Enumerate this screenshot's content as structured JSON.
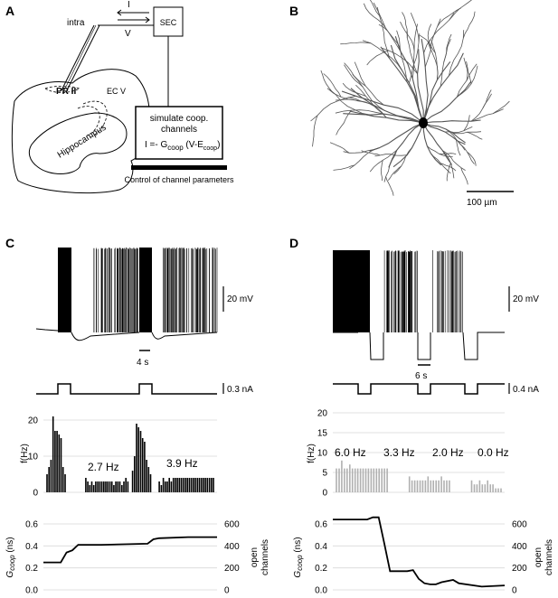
{
  "panels": {
    "a": "A",
    "b": "B",
    "c": "C",
    "d": "D"
  },
  "schematic": {
    "current_label": "I",
    "voltage_label": "V",
    "sec_label": "SEC",
    "intra_label": "intra",
    "pr2_label": "PR II",
    "ecv_label": "EC V",
    "hippocampus_label": "Hippocampus",
    "box_line1": "simulate coop.",
    "box_line2": "channels",
    "eq_lhs": "I =- G",
    "eq_sub1": "coop",
    "eq_mid": " (V-E",
    "eq_sub2": "coop",
    "eq_end": ")",
    "control_label": "Control of channel parameters"
  },
  "neuron": {
    "scale_label": "100 µm"
  },
  "panel_c": {
    "voltage_scale": "20 mV",
    "time_scale": "4 s",
    "current_scale": "0.3 nA",
    "freq_axis_label": "f(Hz)",
    "freq_ticks": [
      "0",
      "10",
      "20"
    ],
    "freq_annotations": [
      "2.7 Hz",
      "3.9 Hz"
    ],
    "g_axis_label_main": "G",
    "g_axis_label_sub": "coop",
    "g_axis_label_unit": " (ns)",
    "g_ticks": [
      "0.0",
      "0.2",
      "0.4",
      "0.6"
    ],
    "open_axis_label": [
      "open",
      "channels"
    ],
    "open_ticks": [
      "0",
      "200",
      "400",
      "600"
    ]
  },
  "panel_d": {
    "voltage_scale": "20 mV",
    "time_scale": "6 s",
    "current_scale": "0.4 nA",
    "freq_axis_label": "f(Hz)",
    "freq_ticks": [
      "0",
      "5",
      "10",
      "15",
      "20"
    ],
    "freq_annotations": [
      "6.0 Hz",
      "3.3 Hz",
      "2.0 Hz",
      "0.0 Hz"
    ],
    "g_axis_label_main": "G",
    "g_axis_label_sub": "coop",
    "g_axis_label_unit": " (ns)",
    "g_ticks": [
      "0.0",
      "0.2",
      "0.4",
      "0.6"
    ],
    "open_axis_label": [
      "open",
      "channels"
    ],
    "open_ticks": [
      "0",
      "200",
      "400",
      "600"
    ]
  },
  "colors": {
    "trace": "#000000",
    "grid": "#d9d9d9",
    "bar_d": "#b0b0b0"
  },
  "chart_data": [
    {
      "type": "bar",
      "panel": "C",
      "x_unit": "time (relative, s)",
      "y_unit": "Hz",
      "ylim": [
        0,
        20
      ],
      "grid": true,
      "x": [
        0.2,
        0.5,
        0.8,
        1.1,
        1.4,
        1.7,
        2.0,
        2.3,
        2.6,
        2.9,
        6.0,
        6.3,
        6.6,
        6.9,
        7.2,
        7.5,
        7.8,
        8.1,
        8.4,
        8.7,
        9.0,
        9.3,
        9.6,
        9.9,
        10.2,
        10.5,
        10.8,
        11.1,
        11.4,
        11.7,
        12.0,
        12.3,
        13.0,
        13.3,
        13.6,
        13.9,
        14.2,
        14.5,
        14.8,
        15.1,
        15.4,
        15.7,
        17.0,
        17.3,
        17.6,
        17.9,
        18.2,
        18.5,
        18.8,
        19.1,
        19.4,
        19.7,
        20.0,
        20.3,
        20.6,
        20.9,
        21.2,
        21.5,
        21.8,
        22.1,
        22.4,
        22.7,
        23.0,
        23.3,
        23.6,
        23.9,
        24.2,
        24.5,
        24.8,
        25.1
      ],
      "values": [
        5,
        7,
        9,
        21,
        17,
        17,
        16,
        15,
        7,
        5,
        4,
        3,
        2,
        3,
        2,
        3,
        3,
        3,
        3,
        3,
        3,
        3,
        3,
        3,
        2,
        3,
        3,
        3,
        2,
        3,
        4,
        3,
        6,
        10,
        19,
        18,
        17,
        15,
        14,
        9,
        7,
        5,
        3,
        2,
        4,
        3,
        3,
        4,
        3,
        4,
        4,
        4,
        4,
        4,
        4,
        4,
        4,
        4,
        4,
        4,
        4,
        4,
        4,
        4,
        4,
        4,
        4,
        4,
        4,
        4
      ]
    },
    {
      "type": "bar",
      "panel": "D",
      "x_unit": "time (relative, s)",
      "y_unit": "Hz",
      "ylim": [
        0,
        20
      ],
      "grid": true,
      "x": [
        0.3,
        0.6,
        0.9,
        1.2,
        1.5,
        1.8,
        2.1,
        2.4,
        2.7,
        3.0,
        3.3,
        3.6,
        3.9,
        4.2,
        4.5,
        4.8,
        5.1,
        5.4,
        5.7,
        6.0,
        8.5,
        8.8,
        9.1,
        9.4,
        9.7,
        10.0,
        10.3,
        10.6,
        10.9,
        11.2,
        11.5,
        11.8,
        12.1,
        12.4,
        12.7,
        13.0,
        15.5,
        15.8,
        16.1,
        16.4,
        16.7,
        17.0,
        17.3,
        17.6,
        17.9,
        18.2,
        18.5,
        18.8
      ],
      "values": [
        6,
        6,
        8,
        6,
        6,
        7,
        6,
        6,
        6,
        6,
        6,
        6,
        6,
        6,
        6,
        6,
        6,
        6,
        6,
        6,
        4,
        3,
        3,
        3,
        3,
        3,
        3,
        4,
        3,
        3,
        3,
        3,
        4,
        3,
        3,
        3,
        3,
        2,
        2,
        3,
        2,
        2,
        3,
        2,
        2,
        1,
        1,
        1
      ]
    },
    {
      "type": "line",
      "panel": "C",
      "series": [
        {
          "x": [
            0,
            3,
            4,
            5,
            6,
            10,
            18,
            19,
            20,
            25,
            30
          ],
          "y": [
            0.25,
            0.25,
            0.34,
            0.36,
            0.41,
            0.41,
            0.42,
            0.46,
            0.47,
            0.48,
            0.48
          ]
        }
      ],
      "ylim": [
        0,
        0.6
      ],
      "grid": true
    },
    {
      "type": "line",
      "panel": "D",
      "series": [
        {
          "x": [
            0,
            6,
            7,
            8,
            9,
            10,
            13,
            14,
            15,
            16,
            17,
            18,
            19,
            21,
            22,
            26,
            30
          ],
          "y": [
            0.64,
            0.64,
            0.66,
            0.66,
            0.42,
            0.17,
            0.17,
            0.18,
            0.1,
            0.06,
            0.05,
            0.05,
            0.07,
            0.09,
            0.06,
            0.03,
            0.04
          ]
        }
      ],
      "ylim": [
        0,
        0.6
      ],
      "grid": true
    }
  ]
}
